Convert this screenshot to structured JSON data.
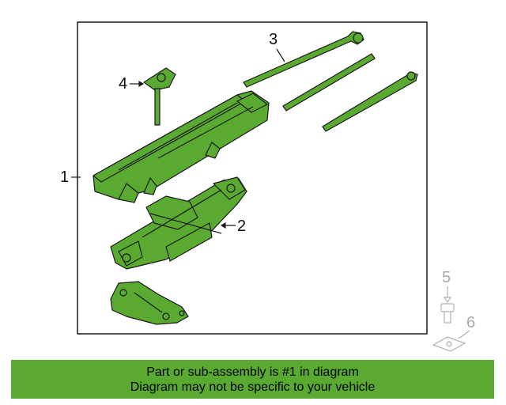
{
  "diagram": {
    "callouts": [
      {
        "label": "1"
      },
      {
        "label": "2"
      },
      {
        "label": "3"
      },
      {
        "label": "4"
      },
      {
        "label": "5"
      },
      {
        "label": "6"
      }
    ],
    "highlight_color": "#5aaa32",
    "outline_color": "#1a1a1a",
    "faded_color": "#b0b0b0"
  },
  "banner": {
    "line1": "Part or sub-assembly is #1 in diagram",
    "line2": "Diagram may not be specific to your vehicle",
    "background": "#5aaa32"
  }
}
